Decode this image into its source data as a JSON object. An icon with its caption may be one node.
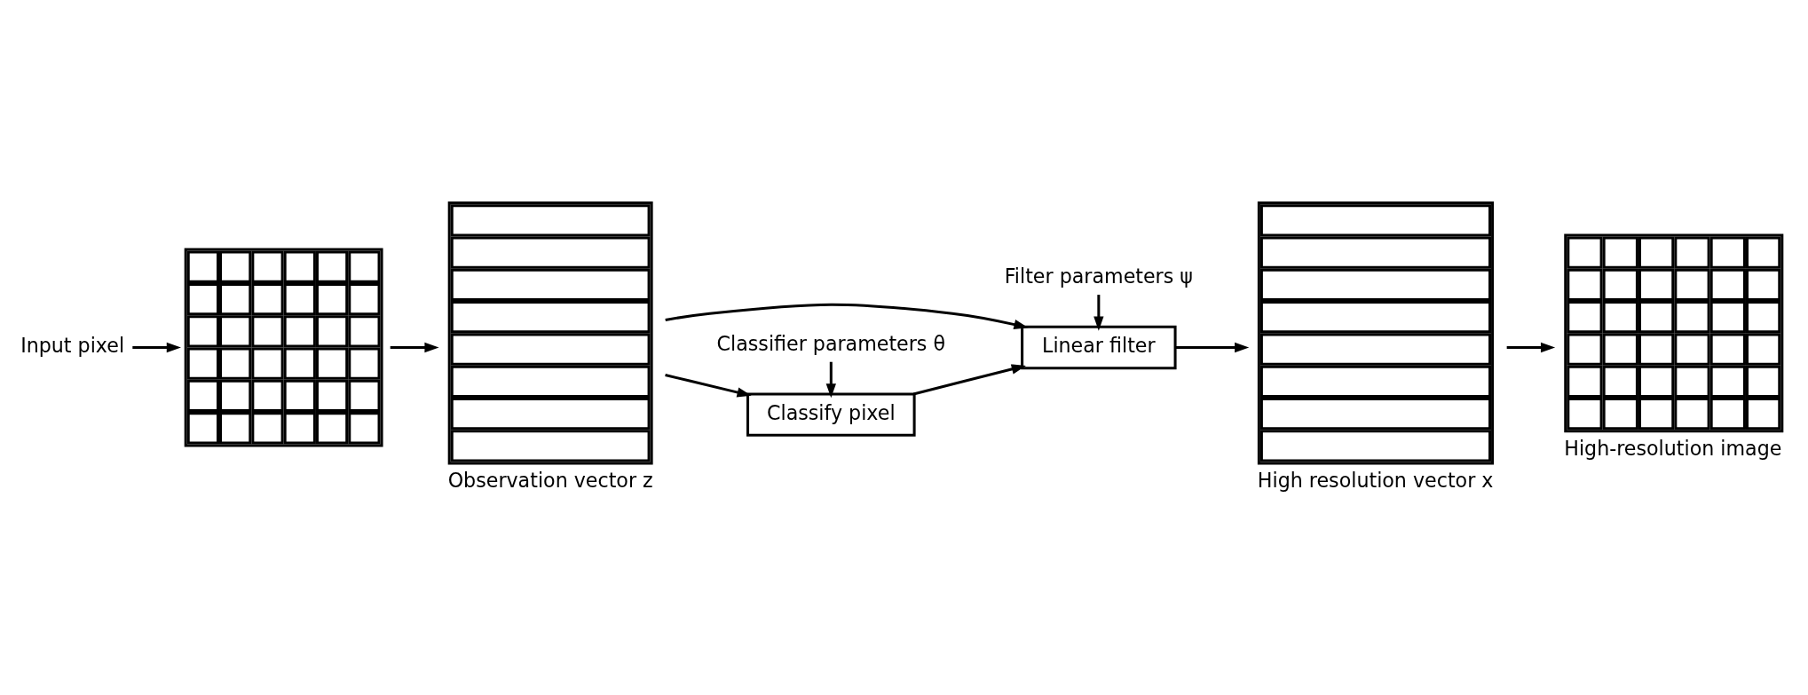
{
  "diagram": {
    "nodes": [
      {
        "text": [
          "Input pixel"
        ]
      },
      {
        "text": [],
        "shape": "picture"
      },
      {
        "text": [],
        "shape": "bar",
        "beside": [
          "Observation vector z"
        ]
      },
      {
        "text": [
          "Classifier parameters θ"
        ]
      },
      {
        "text": [
          "Classify pixel"
        ]
      },
      {
        "text": [
          "Linear filter"
        ]
      },
      {
        "text": [
          "Filter parameters ψ"
        ]
      },
      {
        "text": [],
        "shape": "bar",
        "beside": [
          "High resolution vector x"
        ]
      },
      {
        "text": [],
        "shape": "picture",
        "beside": [
          "High-resolution image"
        ]
      }
    ],
    "edges": [
      {
        "from": 0,
        "to": 1,
        "arrow": "to"
      },
      {
        "from": 1,
        "to": 2,
        "arrow": "to"
      },
      {
        "from": 2,
        "to": 4,
        "arrow": "to"
      },
      {
        "from": 2,
        "to": 5,
        "arrow": "to"
      },
      {
        "from": 3,
        "to": 4,
        "arrow": "to"
      },
      {
        "from": 4,
        "to": 5,
        "arrow": "to"
      },
      {
        "from": 6,
        "to": 5,
        "arrow": "to"
      },
      {
        "from": 5,
        "to": 7,
        "arrow": "to"
      },
      {
        "from": 7,
        "to": 8,
        "arrow": "to"
      }
    ]
  }
}
